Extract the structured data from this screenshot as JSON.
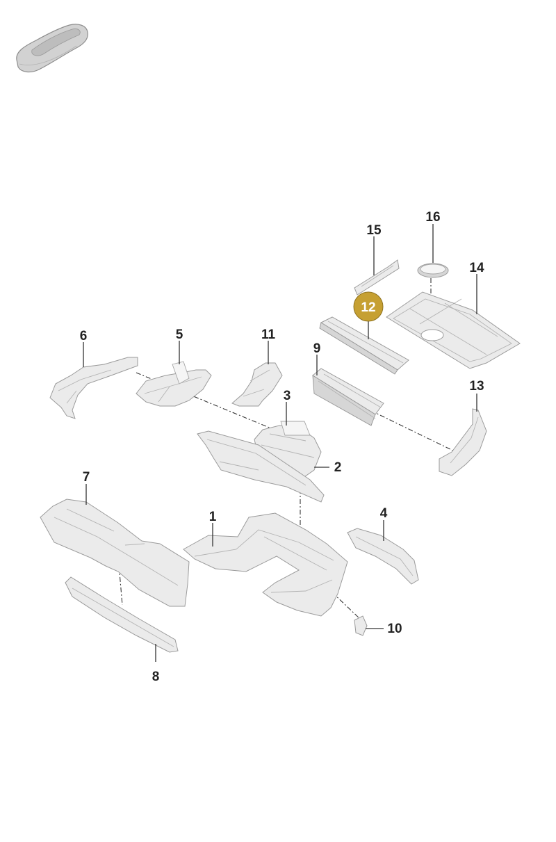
{
  "callouts": {
    "c1": "1",
    "c2": "2",
    "c3": "3",
    "c4": "4",
    "c5": "5",
    "c6": "6",
    "c7": "7",
    "c8": "8",
    "c9": "9",
    "c10": "10",
    "c11": "11",
    "c12": "12",
    "c13": "13",
    "c14": "14",
    "c15": "15",
    "c16": "16"
  },
  "highlight": {
    "callout": "12",
    "color": "#c6a032"
  },
  "icons": {
    "vehicle_thumbnail": "car-silhouette-icon"
  }
}
